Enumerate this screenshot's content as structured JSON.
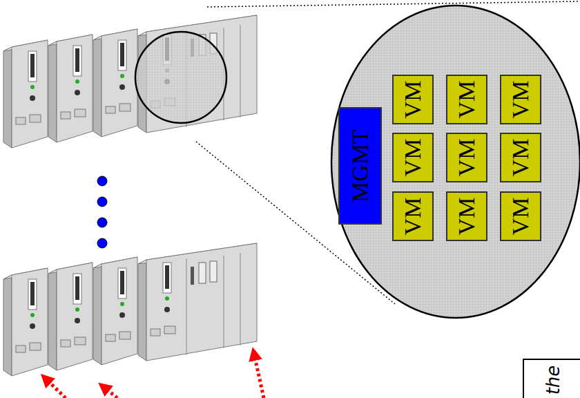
{
  "diagram": {
    "nodes": [
      {
        "text": [
          "MGMT"
        ]
      },
      {
        "text": [
          "VM"
        ]
      },
      {
        "text": [
          "VM"
        ]
      },
      {
        "text": [
          "VM"
        ]
      },
      {
        "text": [
          "VM"
        ]
      },
      {
        "text": [
          "VM"
        ]
      },
      {
        "text": [
          "VM"
        ]
      },
      {
        "text": [
          "VM"
        ]
      },
      {
        "text": [
          "VM"
        ]
      },
      {
        "text": [
          "VM"
        ]
      },
      {
        "text": [
          "the"
        ]
      }
    ]
  }
}
